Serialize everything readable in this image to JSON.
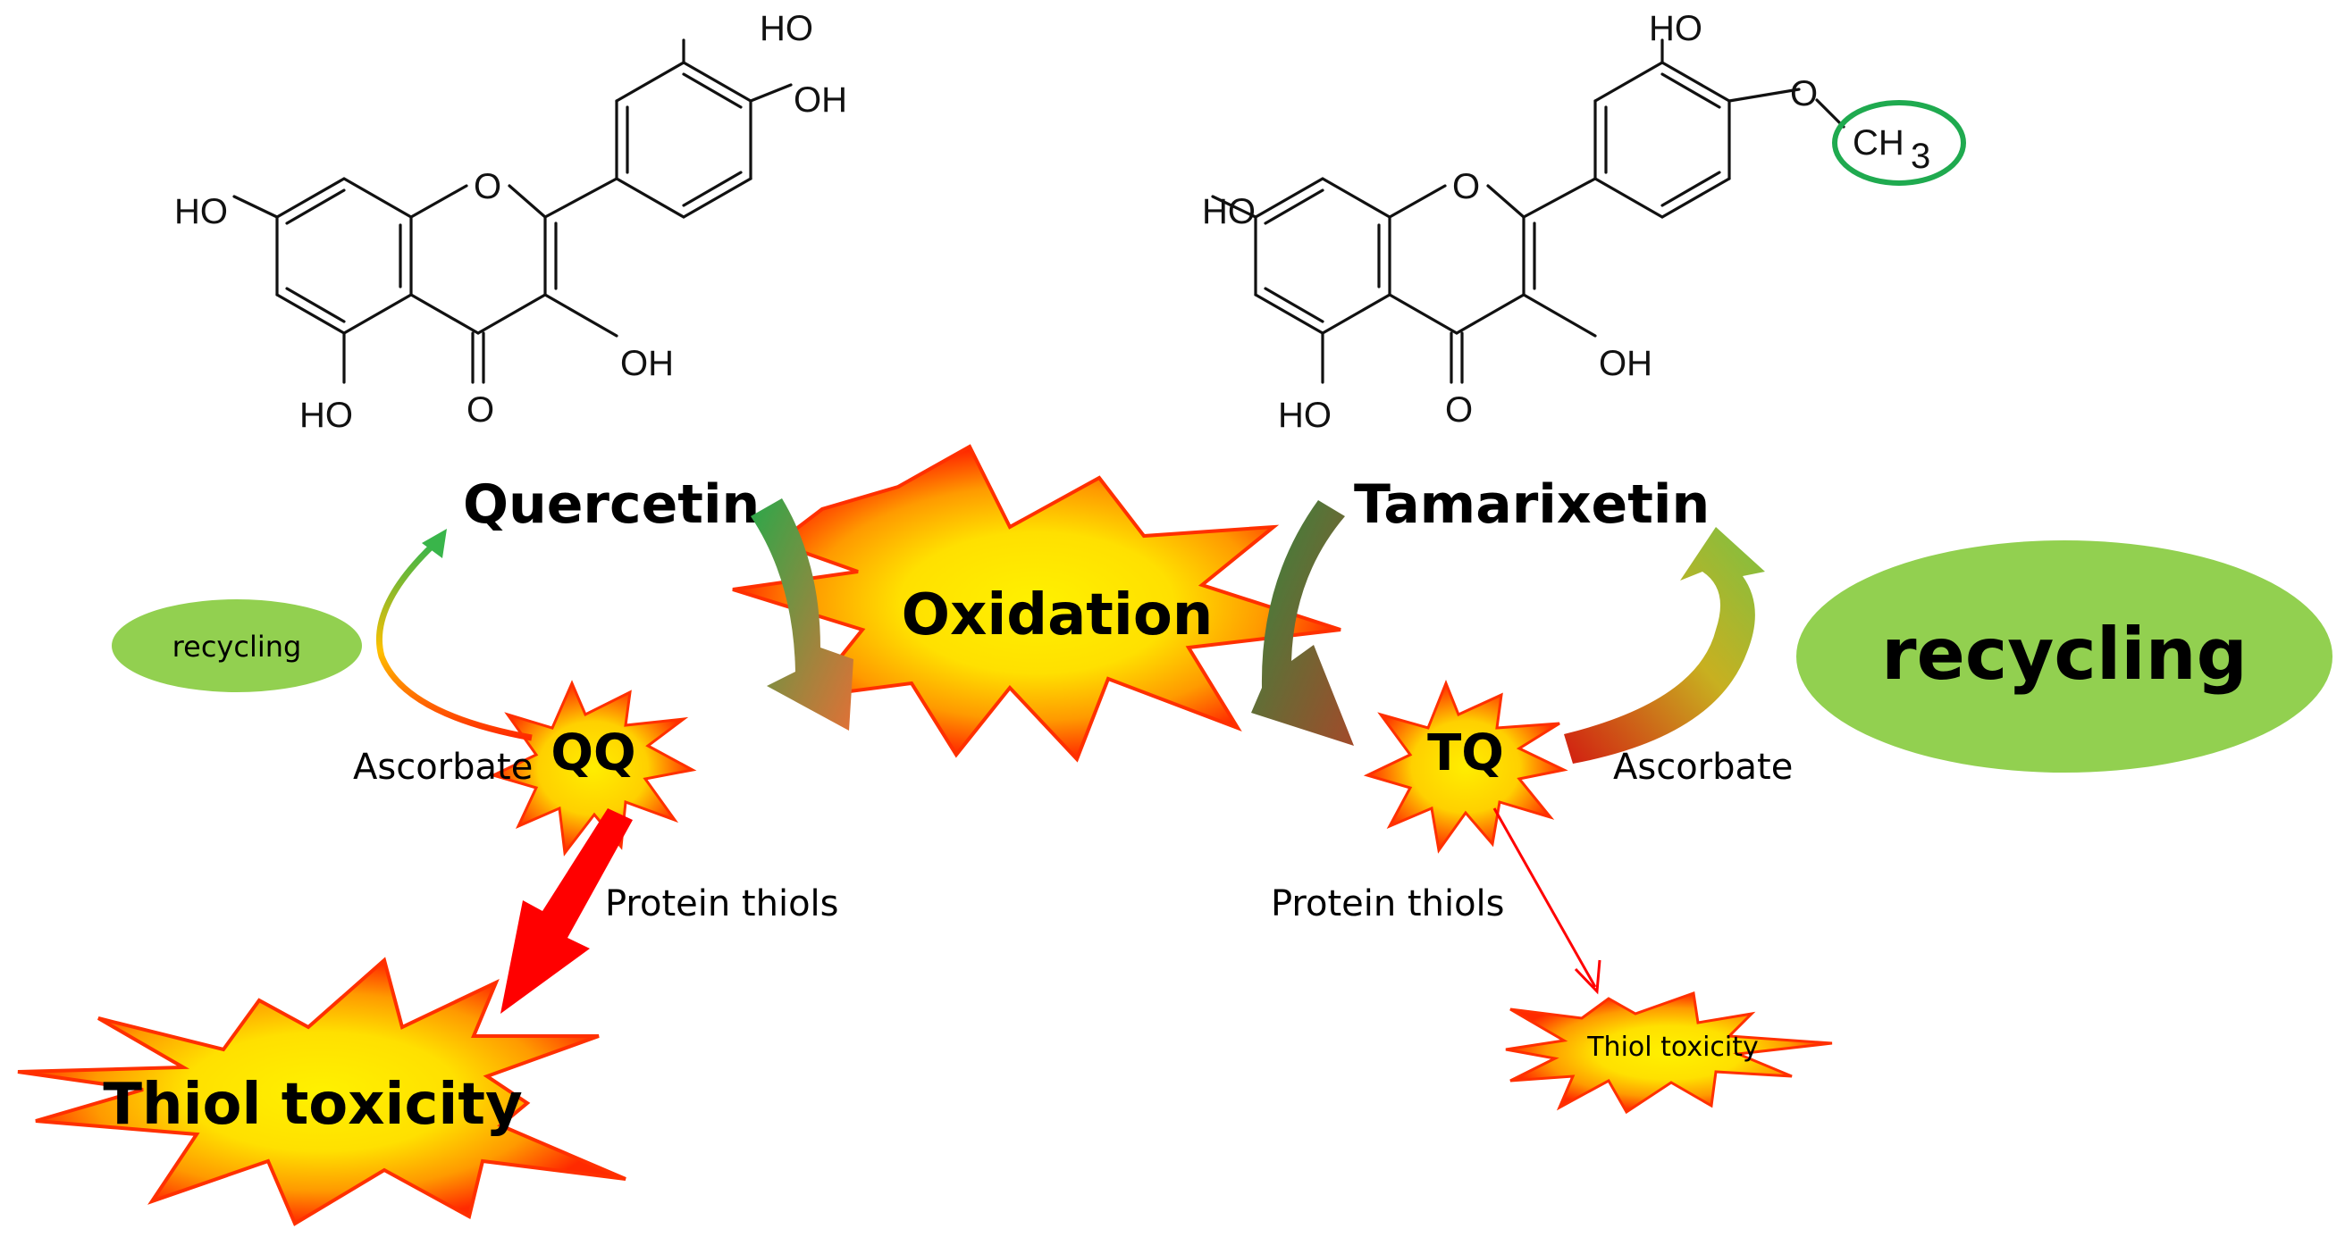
{
  "molecules": {
    "left": {
      "name": "Quercetin",
      "atoms": {
        "ho_top": "HO",
        "oh_right": "OH",
        "ho_left": "HO",
        "ring_o": "O",
        "oh_c3": "OH",
        "ho_c5": "HO",
        "keto_o": "O"
      }
    },
    "right": {
      "name": "Tamarixetin",
      "atoms": {
        "ho_top": "HO",
        "o_methoxy": "O",
        "ch3_c": "CH",
        "ch3_sub": "3",
        "ho_left": "HO",
        "ring_o": "O",
        "oh_c3": "OH",
        "ho_c5": "HO",
        "keto_o": "O"
      }
    }
  },
  "center": {
    "oxidation": "Oxidation"
  },
  "left_side": {
    "quinone": "QQ",
    "ascorbate": "Ascorbate",
    "recycling": "recycling",
    "protein_thiols": "Protein thiols",
    "thiol_toxicity": "Thiol toxicity"
  },
  "right_side": {
    "quinone": "TQ",
    "ascorbate": "Ascorbate",
    "recycling": "recycling",
    "protein_thiols": "Protein thiols",
    "thiol_toxicity": "Thiol toxicity"
  },
  "colors": {
    "starburst_outer": "#ff2a00",
    "starburst_inner": "#ffe400",
    "recycling_fill": "#92d050",
    "methyl_circle": "#1faa4f",
    "arrow_red": "#ff0000",
    "arrow_green": "#2aa84a"
  }
}
